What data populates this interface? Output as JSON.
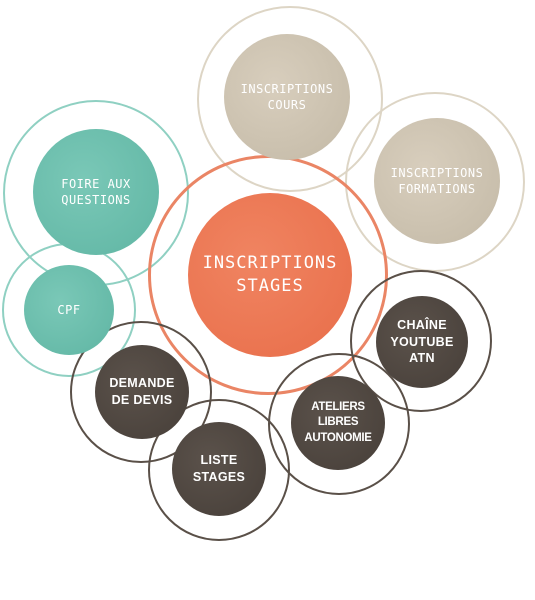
{
  "nodes": {
    "inscriptions_cours": {
      "label": "INSCRIPTIONS\nCOURS"
    },
    "inscriptions_formations": {
      "label": "INSCRIPTIONS\nFORMATIONS"
    },
    "foire_aux_questions": {
      "label": "FOIRE AUX\nQUESTIONS"
    },
    "inscriptions_stages": {
      "label": "INSCRIPTIONS\nSTAGES"
    },
    "cpf": {
      "label": "CPF"
    },
    "chaine_youtube": {
      "label": "CHAÎNE\nYOUTUBE\nATN"
    },
    "demande_devis": {
      "label": "DEMANDE\nDE DEVIS"
    },
    "ateliers_libres": {
      "label": "ATELIERS\nLIBRES\nAUTONOMIE"
    },
    "liste_stages": {
      "label": "LISTE\nSTAGES"
    }
  },
  "colors": {
    "beige": "#c8bfae",
    "teal": "#6cbfad",
    "orange": "#ea7450",
    "brown": "#4f4741"
  }
}
